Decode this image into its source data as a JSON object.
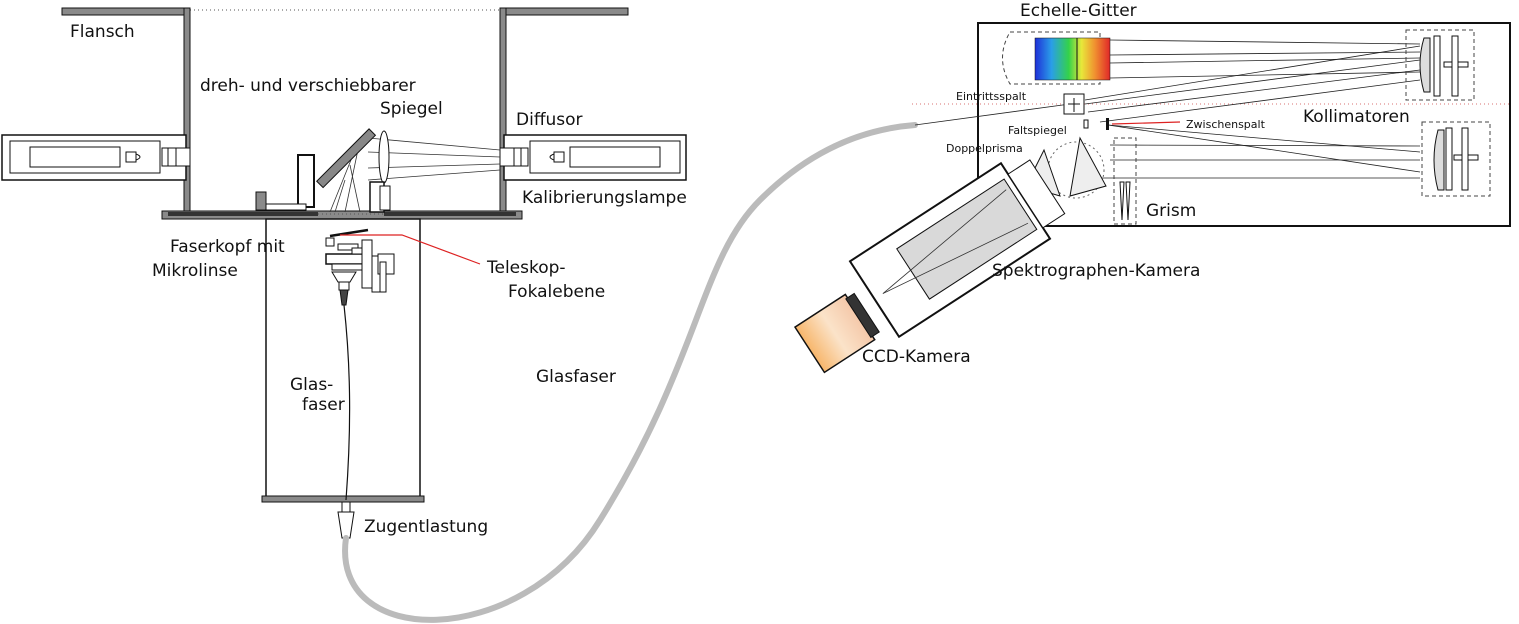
{
  "labels": {
    "flansch": "Flansch",
    "dreh_line1": "dreh- und verschiebbarer",
    "dreh_line2": "Spiegel",
    "diffusor": "Diffusor",
    "kalibrierungslampe": "Kalibrierungslampe",
    "faserkopf_line1": "Faserkopf mit",
    "faserkopf_line2": "Mikrolinse",
    "teleskop_line1": "Teleskop-",
    "teleskop_line2": "Fokalebene",
    "glas_line1": "Glas-",
    "glas_line2": "faser",
    "zugentlastung": "Zugentlastung",
    "glasfaser": "Glasfaser",
    "echelle": "Echelle-Gitter",
    "eintrittsspalt": "Eintrittsspalt",
    "faltspiegel": "Faltspiegel",
    "zwischenspalt": "Zwischenspalt",
    "kollimatoren": "Kollimatoren",
    "doppelprisma": "Doppelprisma",
    "grism": "Grism",
    "spektrographen_kamera": "Spektrographen-Kamera",
    "ccd_kamera": "CCD-Kamera"
  },
  "colors": {
    "line": "#111111",
    "fiber": "#bbbbbb",
    "red_leader": "#dd2222",
    "flange_gray": "#8a8a8a",
    "camera_gray": "#d9d9d9"
  }
}
